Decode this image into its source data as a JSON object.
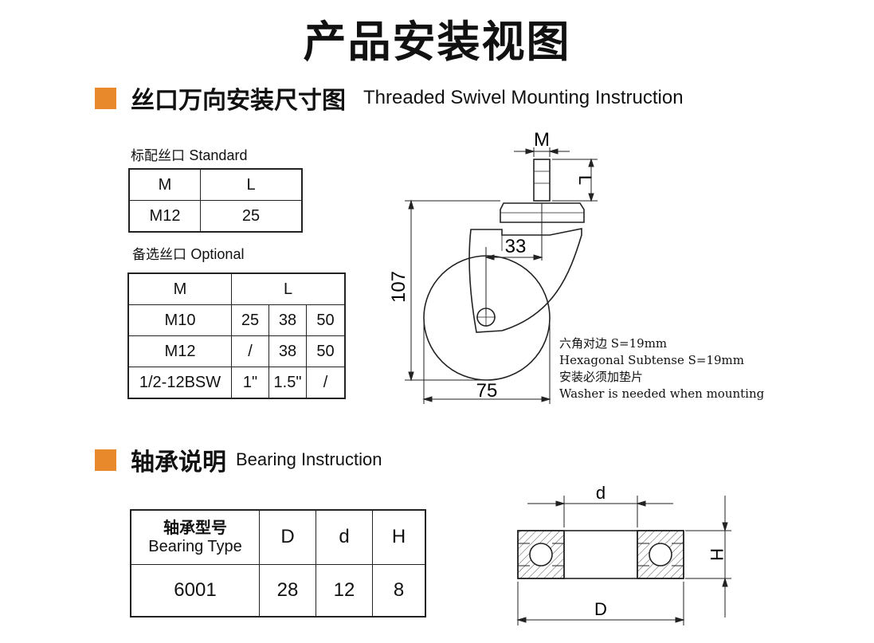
{
  "title": "产品安装视图",
  "threaded_section": {
    "zh": "丝口万向安装尺寸图",
    "en": "Threaded Swivel Mounting Instruction"
  },
  "standard": {
    "caption_zh": "标配丝口",
    "caption_en": "Standard",
    "headers": [
      "M",
      "L"
    ],
    "row": [
      "M12",
      "25"
    ]
  },
  "optional": {
    "caption_zh": "备选丝口",
    "caption_en": "Optional",
    "headers": [
      "M",
      "L"
    ],
    "rows": [
      [
        "M10",
        "25",
        "38",
        "50"
      ],
      [
        "M12",
        "/",
        "38",
        "50"
      ],
      [
        "1/2-12BSW",
        "1\"",
        "1.5\"",
        "/"
      ]
    ]
  },
  "diagram": {
    "m": "M",
    "l": "L",
    "height": "107",
    "offset": "33",
    "width": "75"
  },
  "notes": [
    "六角对边 S=19mm",
    "Hexagonal Subtense S=19mm",
    "安装必须加垫片",
    "Washer is needed when mounting"
  ],
  "bearing_section": {
    "zh": "轴承说明",
    "en": "Bearing Instruction"
  },
  "bearing": {
    "type_zh": "轴承型号",
    "type_en": "Bearing Type",
    "headers": [
      "D",
      "d",
      "H"
    ],
    "row": [
      "6001",
      "28",
      "12",
      "8"
    ]
  },
  "bearing_diagram": {
    "d": "d",
    "D": "D",
    "H": "H"
  },
  "colors": {
    "accent": "#e8892b"
  }
}
